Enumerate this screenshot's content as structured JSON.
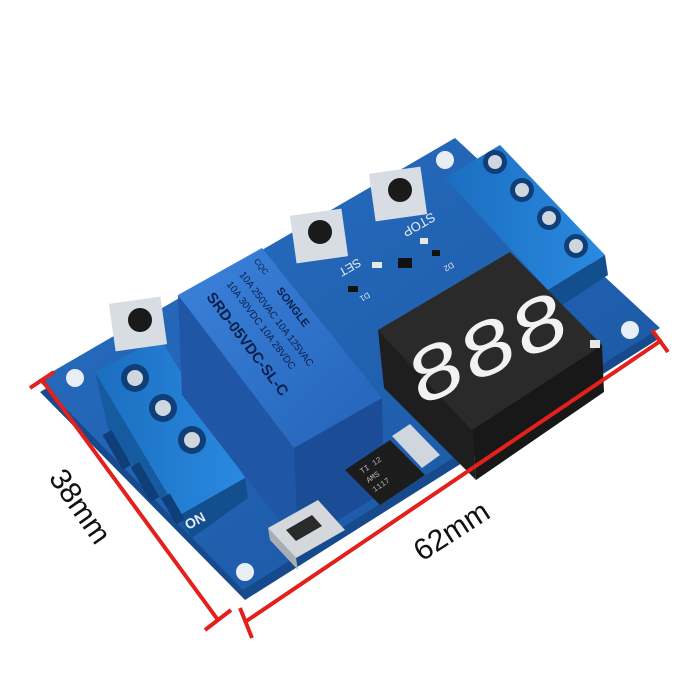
{
  "colors": {
    "pcb": "#1f5fb0",
    "pcb_edge": "#174a8c",
    "terminal": "#1f7fd0",
    "relay": "#2b6fc9",
    "dimension": "#e3201b",
    "display_off": "#2a2a2a",
    "display_on": "#f2f2f2"
  },
  "dimensions": {
    "width_label": "62mm",
    "height_label": "38mm"
  },
  "silkscreen": {
    "on_label": "ON",
    "stop_label": "STOP",
    "set_label": "SET",
    "d1": "D1",
    "d2": "D2"
  },
  "relay": {
    "brand": "SONGLE",
    "line1": "10A 250VAC  10A 125VAC",
    "line2": "10A 30VDC  10A 28VDC",
    "model": "SRD-05VDC-SL-C",
    "cert": "CQC"
  },
  "ic": {
    "line1": "TI 12",
    "line2": "AMS",
    "line3": "1117"
  },
  "display": {
    "digits": "888"
  },
  "icons": [
    "relay-module-image",
    "push-button-icon",
    "micro-usb-port-icon",
    "screw-terminal-icon"
  ]
}
